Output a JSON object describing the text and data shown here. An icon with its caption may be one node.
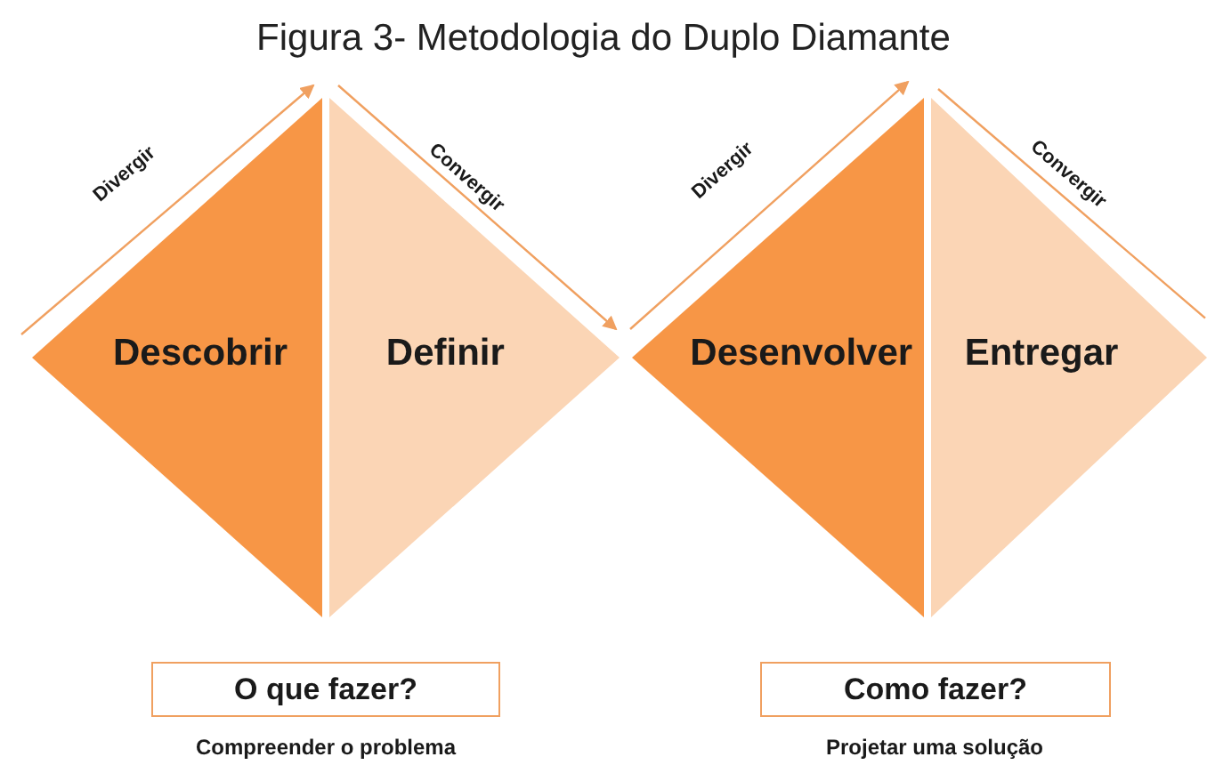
{
  "diagram": {
    "title": "Figura 3- Metodologia do Duplo Diamante",
    "nodes": [
      {
        "text": [
          "Descobrir"
        ]
      },
      {
        "text": [
          "Definir"
        ]
      },
      {
        "text": [
          "Desenvolver"
        ]
      },
      {
        "text": [
          "Entregar"
        ]
      },
      {
        "text": [
          "O que fazer?"
        ]
      },
      {
        "text": [
          "Como fazer?"
        ]
      }
    ],
    "labels": [
      "Divergir",
      "Convergir",
      "Divergir",
      "Convergir",
      "Compreender o problema",
      "Projetar uma solução"
    ]
  }
}
